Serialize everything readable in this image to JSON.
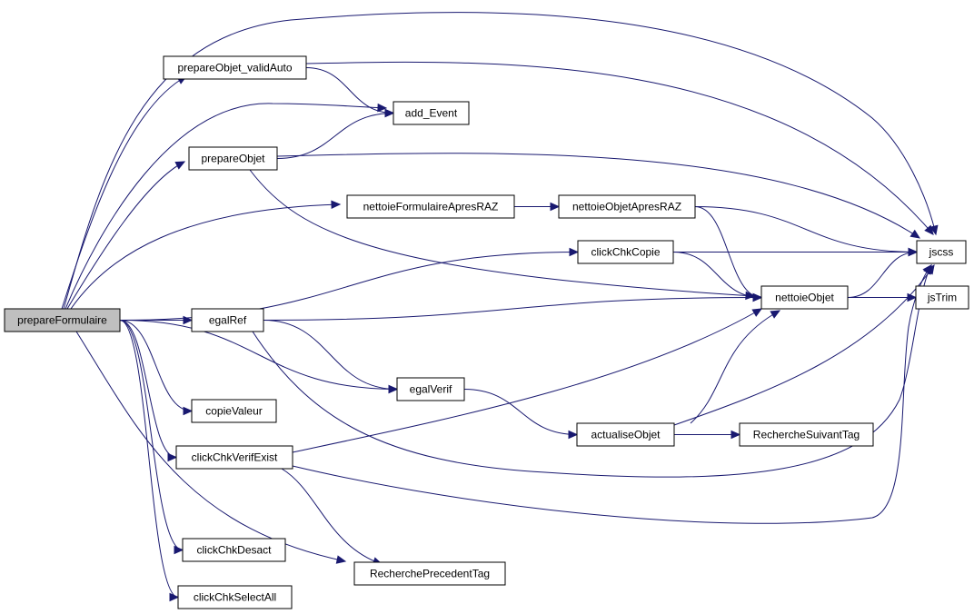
{
  "graph": {
    "colors": {
      "edge": "#191970",
      "root_fill": "#bfbfbf",
      "node_fill": "#ffffff",
      "node_border": "#000000"
    },
    "nodes": {
      "prepareFormulaire": "prepareFormulaire",
      "prepareObjet_validAuto": "prepareObjet_validAuto",
      "add_Event": "add_Event",
      "prepareObjet": "prepareObjet",
      "nettoieFormulaireApresRAZ": "nettoieFormulaireApresRAZ",
      "nettoieObjetApresRAZ": "nettoieObjetApresRAZ",
      "clickChkCopie": "clickChkCopie",
      "jscss": "jscss",
      "nettoieObjet": "nettoieObjet",
      "jsTrim": "jsTrim",
      "egalRef": "egalRef",
      "egalVerif": "egalVerif",
      "copieValeur": "copieValeur",
      "actualiseObjet": "actualiseObjet",
      "RechercheSuivantTag": "RechercheSuivantTag",
      "clickChkVerifExist": "clickChkVerifExist",
      "clickChkDesact": "clickChkDesact",
      "RecherchePrecedentTag": "RecherchePrecedentTag",
      "clickChkSelectAll": "clickChkSelectAll"
    },
    "edges": [
      [
        "prepareFormulaire",
        "prepareObjet_validAuto"
      ],
      [
        "prepareFormulaire",
        "add_Event"
      ],
      [
        "prepareFormulaire",
        "prepareObjet"
      ],
      [
        "prepareFormulaire",
        "nettoieFormulaireApresRAZ"
      ],
      [
        "prepareFormulaire",
        "clickChkCopie"
      ],
      [
        "prepareFormulaire",
        "egalRef"
      ],
      [
        "prepareFormulaire",
        "egalVerif"
      ],
      [
        "prepareFormulaire",
        "copieValeur"
      ],
      [
        "prepareFormulaire",
        "clickChkVerifExist"
      ],
      [
        "prepareFormulaire",
        "clickChkDesact"
      ],
      [
        "prepareFormulaire",
        "RecherchePrecedentTag"
      ],
      [
        "prepareFormulaire",
        "clickChkSelectAll"
      ],
      [
        "prepareFormulaire",
        "jscss"
      ],
      [
        "prepareObjet_validAuto",
        "add_Event"
      ],
      [
        "prepareObjet_validAuto",
        "jscss"
      ],
      [
        "prepareObjet",
        "add_Event"
      ],
      [
        "prepareObjet",
        "jscss"
      ],
      [
        "prepareObjet",
        "nettoieObjet"
      ],
      [
        "nettoieFormulaireApresRAZ",
        "nettoieObjetApresRAZ"
      ],
      [
        "nettoieObjetApresRAZ",
        "jscss"
      ],
      [
        "nettoieObjetApresRAZ",
        "nettoieObjet"
      ],
      [
        "clickChkCopie",
        "jscss"
      ],
      [
        "clickChkCopie",
        "nettoieObjet"
      ],
      [
        "nettoieObjet",
        "jscss"
      ],
      [
        "nettoieObjet",
        "jsTrim"
      ],
      [
        "egalRef",
        "nettoieObjet"
      ],
      [
        "egalRef",
        "egalVerif"
      ],
      [
        "egalRef",
        "jscss"
      ],
      [
        "egalVerif",
        "actualiseObjet"
      ],
      [
        "actualiseObjet",
        "nettoieObjet"
      ],
      [
        "actualiseObjet",
        "jscss"
      ],
      [
        "actualiseObjet",
        "RechercheSuivantTag"
      ],
      [
        "clickChkVerifExist",
        "nettoieObjet"
      ],
      [
        "clickChkVerifExist",
        "jscss"
      ],
      [
        "clickChkVerifExist",
        "RecherchePrecedentTag"
      ]
    ]
  }
}
